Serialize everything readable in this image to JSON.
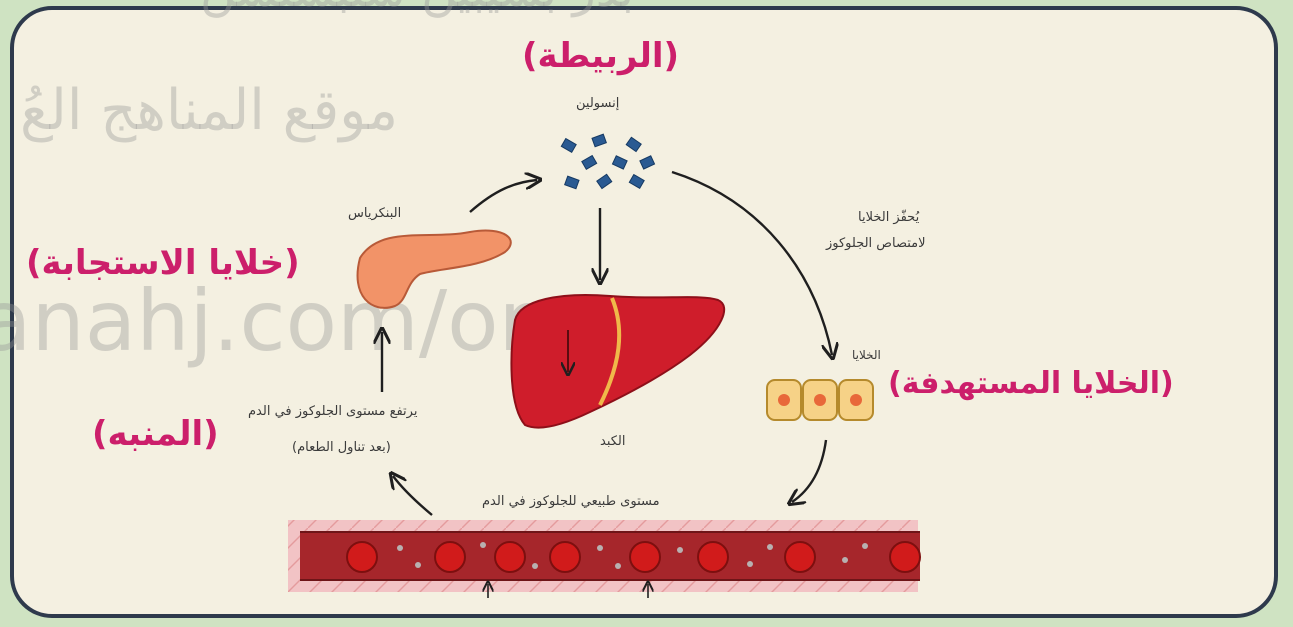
{
  "labels": {
    "ligand": "(الربيطة)",
    "response_cells": "(خلايا الاستجابة)",
    "target_cells": "(الخلايا المستهدفة)",
    "stimulus": "(المنبه)"
  },
  "diagram": {
    "insulin": "إنسولين",
    "pancreas": "البنكرياس",
    "stimulates_line1": "يُحفّز الخلايا",
    "stimulates_line2": "لامتصاص الجلوكوز",
    "cells": "الخلايا",
    "liver": "الكبد",
    "glucose_rises_line1": "يرتفع مستوى الجلوكوز في الدم",
    "glucose_rises_line2": "(بعد تناول الطعام)",
    "normal_level": "مستوى طبيعي للجلوكوز في الدم"
  },
  "watermark": {
    "site_ar": "موقع المناهج العُ",
    "site_url": "anahj.com/om",
    "top_partial": "بدر بسيبين سنبسنسن"
  },
  "colors": {
    "label_pink": "#cc1f6b",
    "frame_border": "#2e3a4c",
    "background": "#cfe3c2",
    "panel": "#f4f0e1"
  }
}
